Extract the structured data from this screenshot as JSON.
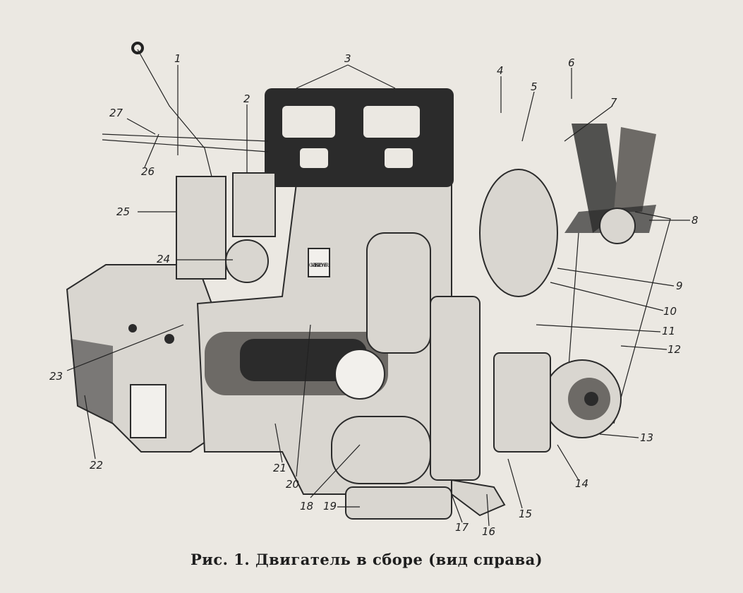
{
  "figure": {
    "caption": "Рис. 1. Двигатель в сборе (вид справа)",
    "callouts": [
      "1",
      "2",
      "3",
      "4",
      "5",
      "6",
      "7",
      "8",
      "9",
      "10",
      "11",
      "12",
      "13",
      "14",
      "15",
      "16",
      "17",
      "18",
      "19",
      "20",
      "21",
      "22",
      "23",
      "24",
      "25",
      "26",
      "27"
    ],
    "badge_text": "GM DIESEL POWER"
  }
}
